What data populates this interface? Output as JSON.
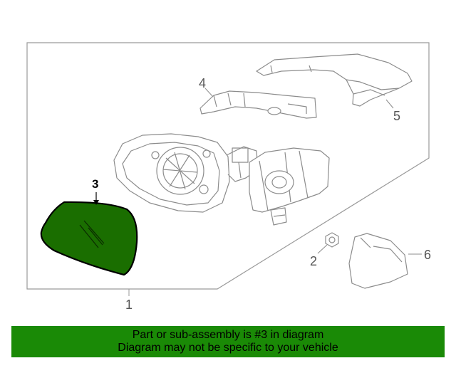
{
  "callouts": {
    "c1": "1",
    "c2": "2",
    "c3": "3",
    "c4": "4",
    "c5": "5",
    "c6": "6"
  },
  "banner": {
    "line1": "Part or sub-assembly is #3 in diagram",
    "line2": "Diagram may not be specific to your vehicle"
  },
  "colors": {
    "highlight_part": "#1a6e00",
    "banner_bg": "#1a8a06",
    "line_art": "#8c8c8c",
    "callout_text": "#555555"
  },
  "icons": [
    "mirror-glass-icon",
    "hex-nut-icon"
  ]
}
